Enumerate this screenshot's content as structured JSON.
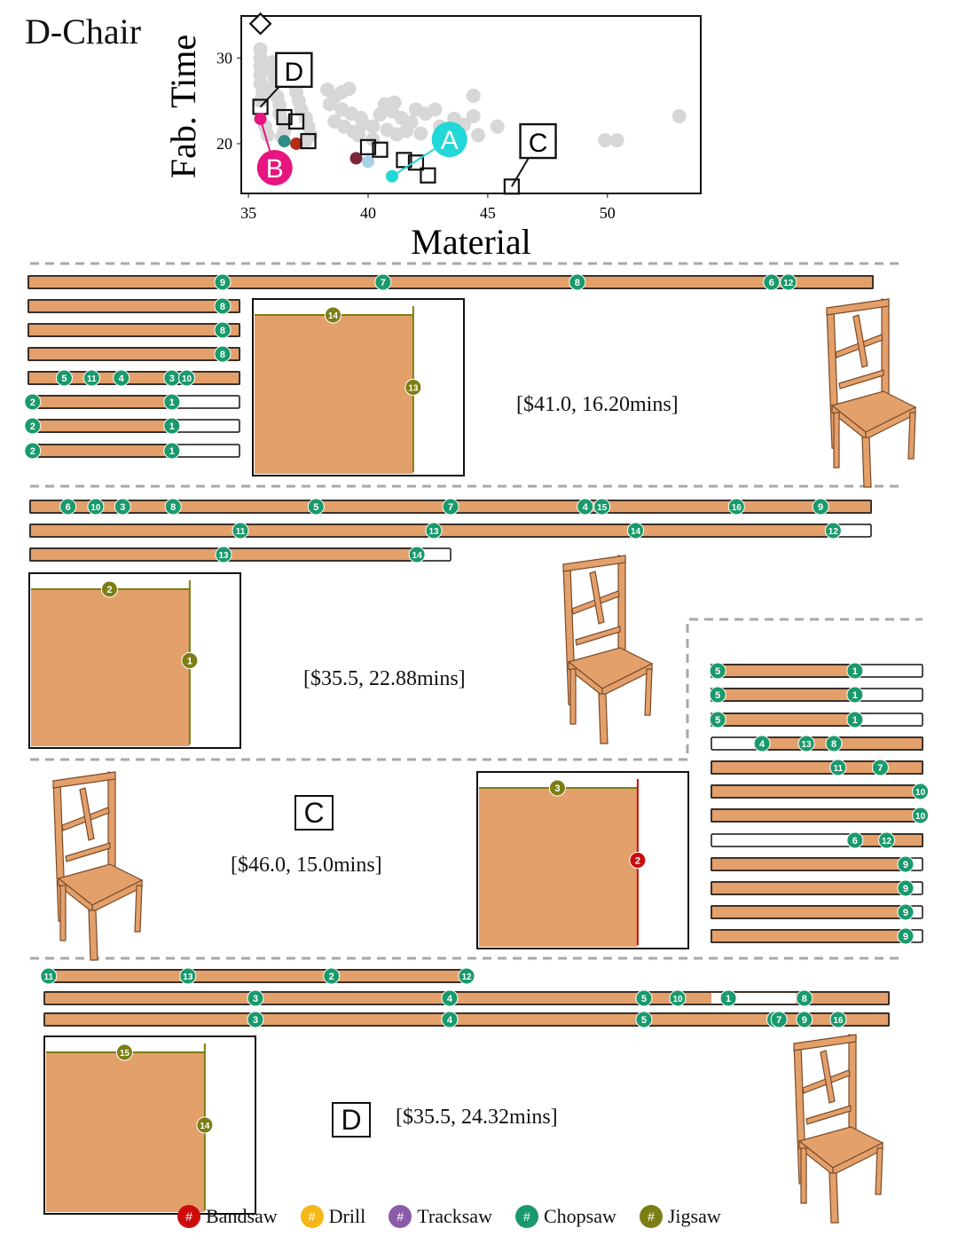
{
  "title": "D-Chair",
  "colors": {
    "wood": "#e3a06b",
    "chopsaw": "#1a9a6c",
    "jigsaw": "#7b7e14",
    "bandsaw": "#cc0c0c",
    "drill": "#f6b818",
    "tracksaw": "#8a5ba6",
    "highlight_a": "#22d7d7",
    "highlight_b": "#e6157f",
    "grey_point": "#d7d7d7"
  },
  "chart_data": {
    "type": "scatter",
    "xlabel": "Material",
    "ylabel": "Fab. Time",
    "xlim": [
      34.7,
      53.9
    ],
    "ylim": [
      14.2,
      34.9
    ],
    "xticks": [
      35,
      40,
      45,
      50
    ],
    "yticks": [
      20,
      30
    ],
    "x_tick_labels": [
      "35",
      "40",
      "45",
      "50"
    ],
    "y_tick_labels": [
      "20",
      "30"
    ],
    "background_points": [
      [
        35.5,
        31.0
      ],
      [
        35.5,
        30.0
      ],
      [
        35.5,
        29.0
      ],
      [
        35.5,
        28.0
      ],
      [
        35.5,
        27.0
      ],
      [
        35.6,
        26.0
      ],
      [
        35.5,
        25.0
      ],
      [
        35.7,
        22.0
      ],
      [
        35.8,
        21.0
      ],
      [
        36.0,
        29.5
      ],
      [
        36.0,
        28.5
      ],
      [
        36.1,
        27.5
      ],
      [
        36.0,
        26.5
      ],
      [
        36.2,
        25.5
      ],
      [
        36.3,
        24.5
      ],
      [
        36.3,
        23.5
      ],
      [
        36.5,
        22.5
      ],
      [
        36.5,
        21.5
      ],
      [
        36.4,
        20.8
      ],
      [
        36.8,
        28.0
      ],
      [
        36.9,
        27.0
      ],
      [
        37.0,
        26.0
      ],
      [
        37.1,
        25.0
      ],
      [
        37.2,
        24.0
      ],
      [
        37.4,
        23.0
      ],
      [
        37.5,
        22.0
      ],
      [
        37.6,
        21.0
      ],
      [
        37.4,
        20.3
      ],
      [
        38.3,
        26.3
      ],
      [
        38.6,
        25.5
      ],
      [
        38.9,
        26.0
      ],
      [
        39.2,
        26.4
      ],
      [
        38.4,
        24.6
      ],
      [
        38.9,
        24.0
      ],
      [
        39.3,
        23.5
      ],
      [
        39.7,
        23.0
      ],
      [
        38.6,
        22.6
      ],
      [
        39.0,
        22.0
      ],
      [
        39.4,
        21.4
      ],
      [
        39.8,
        22.3
      ],
      [
        40.2,
        22.0
      ],
      [
        40.5,
        23.4
      ],
      [
        40.7,
        24.6
      ],
      [
        41.0,
        23.8
      ],
      [
        41.4,
        23.0
      ],
      [
        41.8,
        22.5
      ],
      [
        42.0,
        24.0
      ],
      [
        42.4,
        23.5
      ],
      [
        42.8,
        24.0
      ],
      [
        43.0,
        22.0
      ],
      [
        43.5,
        21.5
      ],
      [
        44.0,
        22.2
      ],
      [
        44.4,
        23.2
      ],
      [
        44.4,
        25.6
      ],
      [
        44.6,
        21.0
      ],
      [
        40.8,
        21.6
      ],
      [
        41.2,
        21.1
      ],
      [
        41.6,
        21.5
      ],
      [
        39.6,
        21.0
      ],
      [
        40.2,
        20.5
      ],
      [
        42.2,
        21.2
      ],
      [
        45.4,
        22.0
      ],
      [
        46.8,
        21.0
      ],
      [
        47.6,
        20.3
      ],
      [
        49.9,
        20.4
      ],
      [
        50.4,
        20.4
      ],
      [
        53.0,
        23.2
      ],
      [
        41.1,
        24.8
      ],
      [
        43.6,
        22.9
      ]
    ],
    "marked_points": [
      {
        "x": 37.0,
        "y": 20.0,
        "color": "#b52b14"
      },
      {
        "x": 36.5,
        "y": 20.3,
        "color": "#2f8c86"
      },
      {
        "x": 39.5,
        "y": 18.3,
        "color": "#7a2638"
      },
      {
        "x": 40.0,
        "y": 17.9,
        "color": "#a9d2e7"
      }
    ],
    "square_points": [
      {
        "x": 35.5,
        "y": 24.3
      },
      {
        "x": 36.5,
        "y": 23.1
      },
      {
        "x": 37.0,
        "y": 22.6
      },
      {
        "x": 37.5,
        "y": 20.3
      },
      {
        "x": 40.0,
        "y": 19.6
      },
      {
        "x": 40.5,
        "y": 19.3
      },
      {
        "x": 41.5,
        "y": 18.1
      },
      {
        "x": 42.0,
        "y": 17.8
      },
      {
        "x": 42.5,
        "y": 16.3
      },
      {
        "x": 46.0,
        "y": 15.0
      }
    ],
    "diamond_point": {
      "x": 35.5,
      "y": 34.0
    },
    "highlights": [
      {
        "label": "A",
        "x": 41.0,
        "y": 16.2,
        "label_x": 43.4,
        "label_y": 20.5,
        "style": "circle",
        "color": "#22d7d7"
      },
      {
        "label": "B",
        "x": 35.5,
        "y": 22.9,
        "label_x": 36.1,
        "label_y": 17.2,
        "style": "circle",
        "color": "#e6157f"
      },
      {
        "label": "C",
        "x": 46.0,
        "y": 15.0,
        "label_x": 47.1,
        "label_y": 20.2,
        "style": "box",
        "color": "#111111"
      },
      {
        "label": "D",
        "x": 35.5,
        "y": 24.3,
        "label_x": 36.9,
        "label_y": 28.5,
        "style": "box",
        "color": "#111111"
      }
    ]
  },
  "designs": [
    {
      "label": "A",
      "price": "[$41.0, 16.20mins]",
      "bars": [
        {
          "w": 1.0,
          "fill": 1.0,
          "marks": [
            [
              "9",
              0.23,
              "c"
            ],
            [
              "7",
              0.42,
              "c"
            ],
            [
              "8",
              0.65,
              "c"
            ],
            [
              "6",
              0.88,
              "c"
            ],
            [
              "12",
              0.9,
              "c"
            ]
          ]
        },
        {
          "w": 0.25,
          "fill": 1.0,
          "marks": [
            [
              "8",
              0.92,
              "c"
            ]
          ]
        },
        {
          "w": 0.25,
          "fill": 1.0,
          "marks": [
            [
              "8",
              0.92,
              "c"
            ]
          ]
        },
        {
          "w": 0.25,
          "fill": 1.0,
          "marks": [
            [
              "8",
              0.92,
              "c"
            ]
          ]
        },
        {
          "w": 0.25,
          "fill": 1.0,
          "marks": [
            [
              "5",
              0.17,
              "c"
            ],
            [
              "11",
              0.3,
              "c"
            ],
            [
              "4",
              0.44,
              "c"
            ],
            [
              "3",
              0.68,
              "c"
            ],
            [
              "10",
              0.75,
              "c"
            ]
          ]
        },
        {
          "w": 0.25,
          "fill": 0.66,
          "marks": [
            [
              "2",
              0.02,
              "c"
            ],
            [
              "1",
              0.68,
              "c"
            ]
          ]
        },
        {
          "w": 0.25,
          "fill": 0.66,
          "marks": [
            [
              "2",
              0.02,
              "c"
            ],
            [
              "1",
              0.68,
              "c"
            ]
          ]
        },
        {
          "w": 0.25,
          "fill": 0.66,
          "marks": [
            [
              "2",
              0.02,
              "c"
            ],
            [
              "1",
              0.68,
              "c"
            ]
          ]
        }
      ],
      "sheets": [
        {
          "top": [
            "14",
            0.38,
            "j"
          ],
          "right": [
            "13",
            0.5,
            "j"
          ],
          "right_fill": 0.76
        }
      ]
    },
    {
      "label": "B",
      "price": "[$35.5, 22.88mins]",
      "bars": [
        {
          "w": 1.0,
          "fill": 1.0,
          "marks": [
            [
              "6",
              0.045,
              "c"
            ],
            [
              "10",
              0.078,
              "c"
            ],
            [
              "3",
              0.11,
              "c"
            ],
            [
              "8",
              0.17,
              "c"
            ],
            [
              "5",
              0.34,
              "c"
            ],
            [
              "7",
              0.5,
              "c"
            ],
            [
              "4",
              0.66,
              "c"
            ],
            [
              "15",
              0.68,
              "c"
            ],
            [
              "16",
              0.84,
              "c"
            ],
            [
              "9",
              0.94,
              "c"
            ]
          ]
        },
        {
          "w": 1.0,
          "fill": 0.96,
          "marks": [
            [
              "11",
              0.25,
              "c"
            ],
            [
              "13",
              0.48,
              "c"
            ],
            [
              "14",
              0.72,
              "c"
            ],
            [
              "12",
              0.955,
              "c"
            ]
          ]
        },
        {
          "w": 0.5,
          "fill": 0.92,
          "marks": [
            [
              "13",
              0.46,
              "c"
            ],
            [
              "14",
              0.92,
              "c"
            ]
          ]
        }
      ],
      "sheets": [
        {
          "top": [
            "2",
            0.38,
            "j"
          ],
          "right": [
            "1",
            0.5,
            "j"
          ],
          "right_fill": 0.76
        }
      ]
    },
    {
      "label": "C",
      "price": "[$46.0, 15.0mins]",
      "bars": [
        {
          "w": 1.0,
          "fill": 0.66,
          "marks": [
            [
              "5",
              0.03,
              "c"
            ],
            [
              "1",
              0.68,
              "c"
            ]
          ]
        },
        {
          "w": 1.0,
          "fill": 0.66,
          "marks": [
            [
              "5",
              0.03,
              "c"
            ],
            [
              "1",
              0.68,
              "c"
            ]
          ]
        },
        {
          "w": 1.0,
          "fill": 0.66,
          "marks": [
            [
              "5",
              0.03,
              "c"
            ],
            [
              "1",
              0.68,
              "c"
            ]
          ]
        },
        {
          "w": 1.0,
          "fill": 1.0,
          "start": 0.24,
          "marks": [
            [
              "4",
              0.24,
              "c"
            ],
            [
              "13",
              0.45,
              "c"
            ],
            [
              "8",
              0.58,
              "c"
            ]
          ]
        },
        {
          "w": 1.0,
          "fill": 1.0,
          "marks": [
            [
              "11",
              0.6,
              "c"
            ],
            [
              "7",
              0.8,
              "c"
            ]
          ]
        },
        {
          "w": 1.0,
          "fill": 1.0,
          "marks": [
            [
              "10",
              0.99,
              "c"
            ]
          ]
        },
        {
          "w": 1.0,
          "fill": 1.0,
          "marks": [
            [
              "10",
              0.99,
              "c"
            ]
          ]
        },
        {
          "w": 1.0,
          "fill": 1.0,
          "start": 0.66,
          "marks": [
            [
              "6",
              0.68,
              "c"
            ],
            [
              "12",
              0.83,
              "c"
            ]
          ]
        },
        {
          "w": 1.0,
          "fill": 0.92,
          "marks": [
            [
              "9",
              0.92,
              "c"
            ]
          ]
        },
        {
          "w": 1.0,
          "fill": 0.92,
          "marks": [
            [
              "9",
              0.92,
              "c"
            ]
          ]
        },
        {
          "w": 1.0,
          "fill": 0.92,
          "marks": [
            [
              "9",
              0.92,
              "c"
            ]
          ]
        },
        {
          "w": 1.0,
          "fill": 0.92,
          "marks": [
            [
              "9",
              0.92,
              "c"
            ]
          ]
        }
      ],
      "sheets": [
        {
          "top": [
            "3",
            0.38,
            "j"
          ],
          "right": [
            "2",
            0.5,
            "b"
          ],
          "right_fill": 0.76
        }
      ]
    },
    {
      "label": "D",
      "price": "[$35.5, 24.32mins]",
      "bars": [
        {
          "w": 0.5,
          "fill": 1.0,
          "marks": [
            [
              "11",
              0.01,
              "c"
            ],
            [
              "13",
              0.34,
              "c"
            ],
            [
              "2",
              0.68,
              "c"
            ],
            [
              "12",
              1.0,
              "c"
            ]
          ]
        },
        {
          "w": 1.0,
          "fill": 1.0,
          "start": 0.0,
          "gap": [
            0.79,
            0.89
          ],
          "marks": [
            [
              "3",
              0.25,
              "c"
            ],
            [
              "4",
              0.48,
              "c"
            ],
            [
              "5",
              0.71,
              "c"
            ],
            [
              "10",
              0.75,
              "c"
            ],
            [
              "1",
              0.81,
              "c"
            ],
            [
              "8",
              0.9,
              "c"
            ]
          ]
        },
        {
          "w": 1.0,
          "fill": 1.0,
          "marks": [
            [
              "3",
              0.25,
              "c"
            ],
            [
              "4",
              0.48,
              "c"
            ],
            [
              "5",
              0.71,
              "c"
            ],
            [
              "6",
              0.865,
              "c"
            ],
            [
              "7",
              0.87,
              "c"
            ],
            [
              "9",
              0.9,
              "c"
            ],
            [
              "16",
              0.94,
              "c"
            ]
          ]
        }
      ],
      "sheets": [
        {
          "top": [
            "15",
            0.38,
            "j"
          ],
          "right": [
            "14",
            0.5,
            "j"
          ],
          "right_fill": 0.76
        }
      ]
    }
  ],
  "legend": [
    {
      "label": "Bandsaw",
      "color": "#cc0c0c",
      "glyph": "#"
    },
    {
      "label": "Drill",
      "color": "#f6b818",
      "glyph": "#"
    },
    {
      "label": "Tracksaw",
      "color": "#8a5ba6",
      "glyph": "#"
    },
    {
      "label": "Chopsaw",
      "color": "#1a9a6c",
      "glyph": "#"
    },
    {
      "label": "Jigsaw",
      "color": "#7b7e14",
      "glyph": "#"
    }
  ]
}
